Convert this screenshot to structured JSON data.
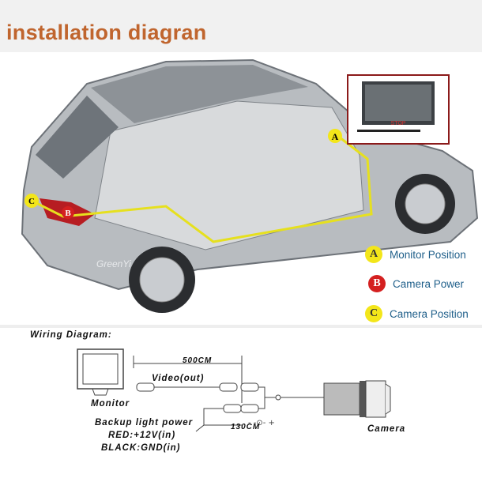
{
  "title": "installation diagran",
  "watermark": "GreenYi",
  "monitor_screen_text": "STOP",
  "markers": {
    "a": "A",
    "b": "B",
    "c": "C"
  },
  "legend": [
    {
      "letter": "A",
      "label": "Monitor Position",
      "color": "#f3e61a"
    },
    {
      "letter": "B",
      "label": "Camera Power",
      "color": "#d42020"
    },
    {
      "letter": "C",
      "label": "Camera Position",
      "color": "#f3e61a"
    }
  ],
  "wiring": {
    "heading": "Wiring Diagram:",
    "monitor_label": "Monitor",
    "length_main": "500CM",
    "video_label": "Video(out)",
    "power_label": "Backup light power",
    "red_label": "RED:+12V(in)",
    "black_label": "BLACK:GND(in)",
    "length_power": "130CM",
    "camera_label": "Camera"
  },
  "colors": {
    "title": "#c0652e",
    "legend_text": "#1f5f8a",
    "wire_route": "#e6e01e",
    "monitor_frame": "#8b1a1a"
  }
}
